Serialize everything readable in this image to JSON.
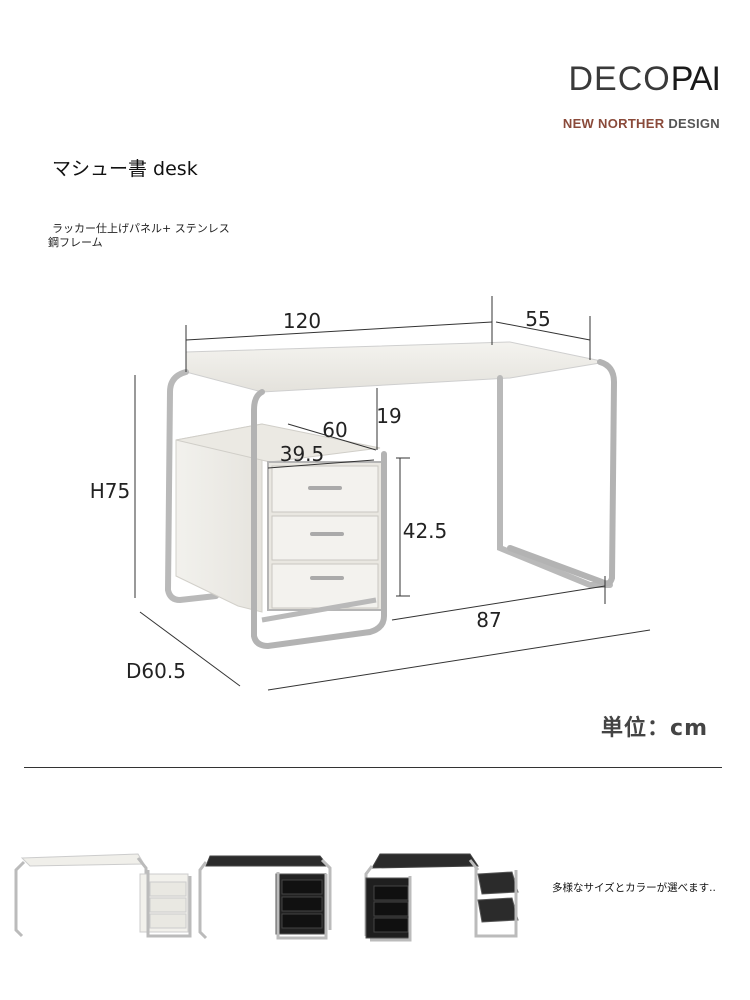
{
  "brand": {
    "logo_light": "DECO",
    "logo_bold": "PAI",
    "tagline_part1": "NEW NORTHER",
    "tagline_part2": "DESIGN"
  },
  "product": {
    "title": "マシュー書 desk",
    "material_line1": "ラッカー仕上げパネル+ ステンレス",
    "material_line2": "鋼フレーム"
  },
  "dimensions": {
    "width": "120",
    "side_depth": "55",
    "height": "H75",
    "depth": "D60.5",
    "cabinet_depth": "60",
    "cabinet_width": "39.5",
    "gap": "19",
    "cabinet_height": "42.5",
    "legroom": "87"
  },
  "unit_label": "単位：cm",
  "variants": {
    "note": "多様なサイズとカラーが選べます..",
    "items": [
      "white-desk",
      "black-desk",
      "black-corner-desk"
    ]
  },
  "colors": {
    "frame": "#b9b9b9",
    "panel_white": "#f3f1ec",
    "panel_black": "#2b2b2b",
    "dimension_line": "#333333"
  }
}
